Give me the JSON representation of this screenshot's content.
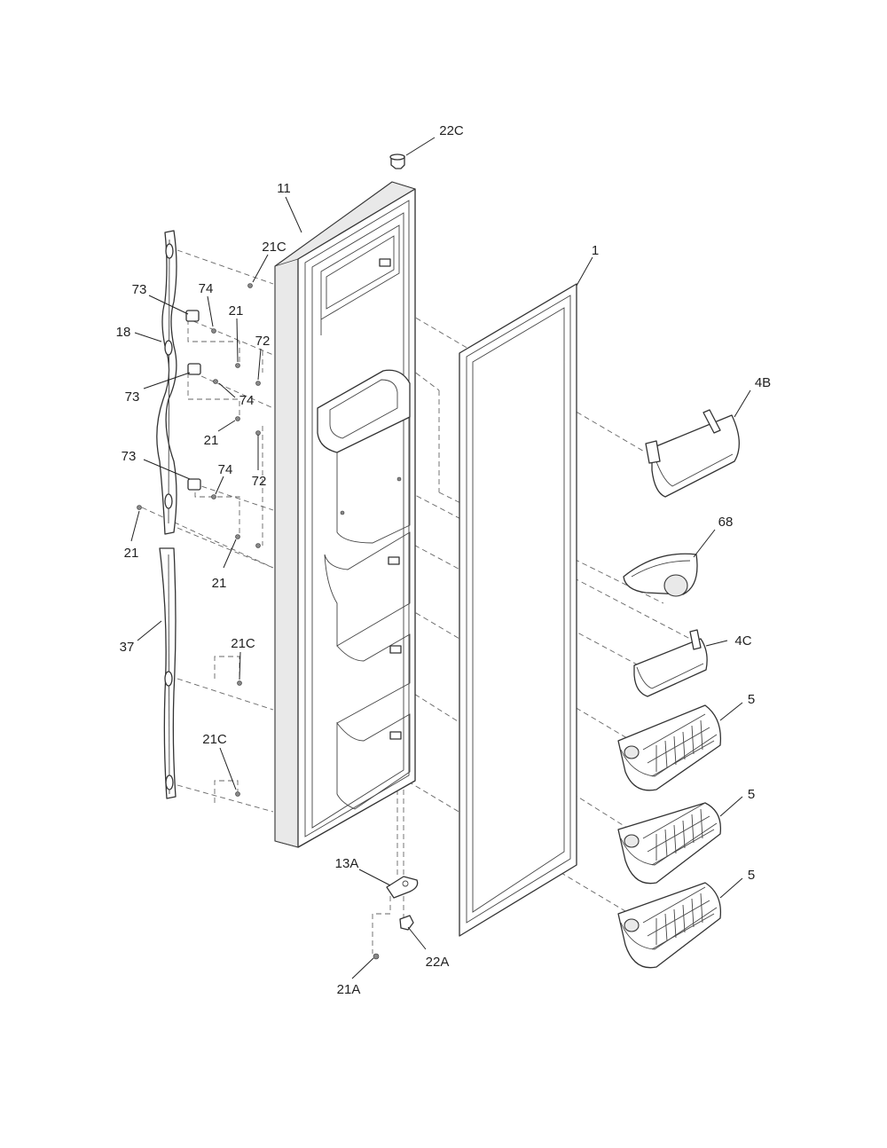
{
  "callouts": {
    "c22C_top": "22C",
    "c11": "11",
    "c21C_top": "21C",
    "c1": "1",
    "c73_a": "73",
    "c74_a": "74",
    "c18": "18",
    "c21_a": "21",
    "c72_a": "72",
    "c73_b": "73",
    "c74_b": "74",
    "c21_b": "21",
    "c4B": "4B",
    "c73_c": "73",
    "c74_c": "74",
    "c72_b": "72",
    "c68": "68",
    "c21_c": "21",
    "c21_d": "21",
    "c37": "37",
    "c21C_mid": "21C",
    "c4C": "4C",
    "c5_a": "5",
    "c21C_low": "21C",
    "c5_b": "5",
    "c5_c": "5",
    "c13A": "13A",
    "c22A": "22A",
    "c21A": "21A"
  },
  "colors": {
    "line": "#333333",
    "dash": "#666666",
    "text": "#222222"
  },
  "icons": [
    "door-liner",
    "door-gasket",
    "hinge-bracket",
    "door-handle",
    "door-bin",
    "wire-bin",
    "screw"
  ]
}
